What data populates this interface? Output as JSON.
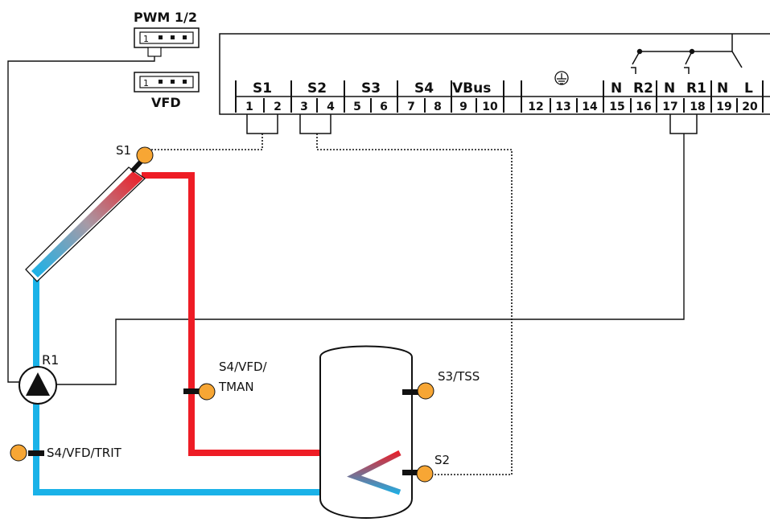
{
  "connectors": {
    "pwm_label": "PWM 1/2",
    "vfd_label": "VFD",
    "pin_one": "1"
  },
  "controller": {
    "groups": [
      {
        "id": "s1",
        "label": "S1"
      },
      {
        "id": "s2",
        "label": "S2"
      },
      {
        "id": "s3",
        "label": "S3"
      },
      {
        "id": "s4",
        "label": "S4"
      },
      {
        "id": "vbus",
        "label": "VBus"
      },
      {
        "id": "n1",
        "label": "N"
      },
      {
        "id": "r2",
        "label": "R2"
      },
      {
        "id": "n2",
        "label": "N"
      },
      {
        "id": "r1",
        "label": "R1"
      },
      {
        "id": "n3",
        "label": "N"
      },
      {
        "id": "l",
        "label": "L"
      }
    ],
    "terminals": [
      "1",
      "2",
      "3",
      "4",
      "5",
      "6",
      "7",
      "8",
      "9",
      "10",
      "12",
      "13",
      "14",
      "15",
      "16",
      "17",
      "18",
      "19",
      "20"
    ],
    "ground_symbol": "earth-ground"
  },
  "sensors": {
    "s1": "S1",
    "s4_tman_line1": "S4/VFD/",
    "s4_tman_line2": "TMAN",
    "s3_tss": "S3/TSS",
    "s2": "S2",
    "s4_trit": "S4/VFD/TRIT"
  },
  "pump": {
    "label": "R1"
  },
  "colors": {
    "hot_pipe": "#ee1c25",
    "cold_pipe": "#1ab2e8",
    "sensor": "#f7a634",
    "line": "#111111"
  }
}
